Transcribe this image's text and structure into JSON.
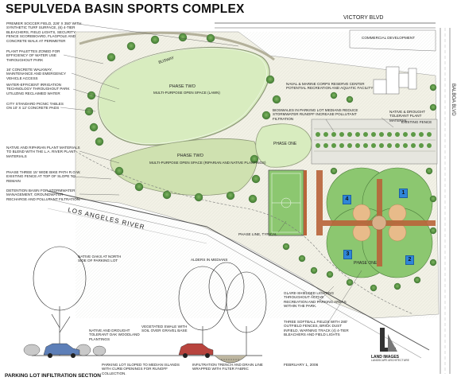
{
  "title": "SEPULVEDA BASIN SPORTS COMPLEX",
  "streets": {
    "victory": "VICTORY BLVD",
    "balboa": "BALBOA BLVD",
    "river": "LOS ANGELES RIVER",
    "busway": "BUSWAY"
  },
  "notes": {
    "soccer": "PREMIER SOCCER FIELD, 226' X 350' WITH SYNTHETIC TURF SURFACE, (6) 4-TIER BLEACHERS, FIELD LIGHTS, SECURITY FENCE SCOREBOARD, FLAGPOLE AND CONCRETE WALK AT PERIMETER",
    "palettes": "PLANT PALETTES ZONED FOR EFFICIENCY OF WATER USE THROUGHOUT PARK",
    "walkway": "16' CONCRETE WALKWAY, MAINTENANCE AND EMERGENCY VEHICLE ACCESS",
    "irrigation": "WATER-EFFICIENT IRRIGATION TECHNOLOGY THROUGHOUT PARK UTILIZING RECLAIMED WATER",
    "picnic": "CITY STANDARD PICNIC TABLES ON 10' X 12' CONCRETE PADS",
    "riparian": "NATIVE AND RIPARIAN PLANT MATERIALS TO BLEND WITH THE L.A. RIVER PLANT MATERIALS",
    "bike": "PHASE THREE 15' WIDE BIKE PATH R.O.W. EXISTING FENCE AT TOP OF SLOPE TO REMAIN",
    "detention": "DETENTION BASIN FOR STORMWATER MANAGEMENT, GROUNDWATER RECHARGE AND POLLUTANT FILTRATION.",
    "commercial": "COMMERCIAL DEVELOPMENT",
    "naval": "NAVAL & MARINE CORPS RESERVE CENTER POTENTIAL RECREATION AND AQUATIC FACILITY",
    "bioswales": "BIOSWALES IN PARKING LOT MEDIANS REDUCE STORMWATER RUNOFF INCREASE POLLUTANT FILTRATION",
    "native_drought": "NATIVE & DROUGHT TOLERANT PLANT MATERIAL",
    "existing_fence": "EXISTING FENCE",
    "phase_line": "PHASE LINE, TYPICAL",
    "glare": "GLARE-SHIELDED LIGHTING THROUGHOUT ACTIVE RECREATION AND PARKING AREAS WITHIN THE PARK.",
    "softball": "THREE SOFTBALL FIELDS WITH 280' OUTFIELD FENCES, BRICK DUST INFIELD, WARNING TRACK (4) 4-TIER BLEACHERS AND FIELD LIGHTS",
    "oaks": "NATIVE OAKS AT NORTH SIDE OF PARKING LOT",
    "alders": "ALDERS IN MEDIANS",
    "oak_woodland": "NATIVE AND DROUGHT TOLERANT OAK WOODLAND PLANTINGS",
    "vegetated": "VEGETATED SWALE WITH SOIL OVER GRAVEL BASE",
    "parking_slope": "PARKING LOT SLOPED TO MEDIAN ISLANDS WITH CURB OPENINGS FOR RUNOFF COLLECTION.",
    "infiltration": "INFILTRATION TRENCH AND DRAIN LINE WRAPPED WITH FILTER FABRIC"
  },
  "areas": {
    "phase_two_a": "PHASE TWO",
    "lawn": "MULTI-PURPOSE OPEN SPACE (LAWN)",
    "phase_two_b": "PHASE TWO",
    "riparian_space": "MULTI-PURPOSE OPEN SPACE (RIPARIAN AND NATIVE PLANTINGS)",
    "phase_one_a": "PHASE ONE",
    "phase_one_b": "PHASE ONE"
  },
  "field_markers": [
    "1",
    "2",
    "3",
    "4"
  ],
  "section_title": "PARKING LOT INFILTRATION SECTION",
  "date": "FEBRUARY 1, 2006",
  "logo": {
    "name": "LAND IMAGES",
    "sub": "LANDSCAPE ARCHITECTURE"
  },
  "colors": {
    "lawn": "#d8ecbf",
    "fields": "#8cc770",
    "infield": "#e8bb8a",
    "brick": "#b9643a",
    "trees": "#4f8a3c",
    "marker": "#2f86d8"
  }
}
